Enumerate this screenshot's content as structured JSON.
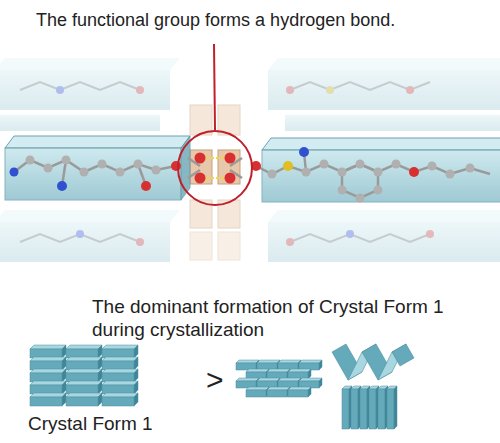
{
  "diagram": {
    "labels": [
      "The functional group forms a hydrogen bond.",
      "The dominant formation of Crystal Form 1 during crystallization",
      ">",
      "Crystal Form 1"
    ]
  }
}
